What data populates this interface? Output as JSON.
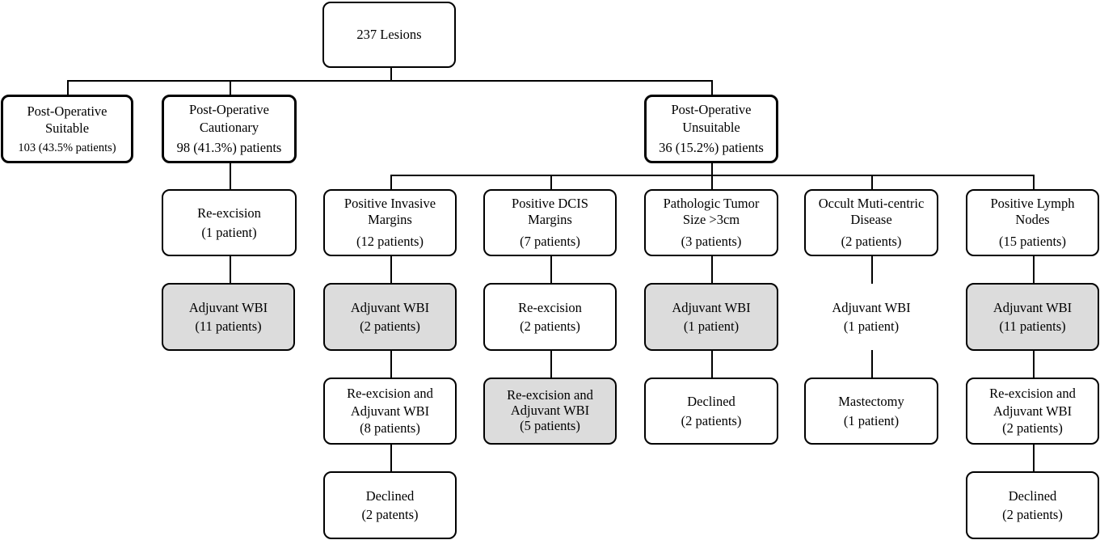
{
  "root": {
    "line1": "237 Lesions"
  },
  "suitable": {
    "line1": "Post-Operative",
    "line2": "Suitable",
    "line3": "103 (43.5% patients)"
  },
  "cautionary": {
    "line1": "Post-Operative",
    "line2": "Cautionary",
    "line3": "98 (41.3%) patients"
  },
  "unsuitable": {
    "line1": "Post-Operative",
    "line2": "Unsuitable",
    "line3": "36 (15.2%) patients"
  },
  "caut_reexcision": {
    "line1": "Re-excision",
    "line2": "(1 patient)"
  },
  "caut_adjuvant": {
    "line1": "Adjuvant WBI",
    "line2": "(11 patients)"
  },
  "invasive": {
    "head": {
      "line1": "Positive Invasive",
      "line2": "Margins",
      "line3": "(12 patients)"
    },
    "adjuvant": {
      "line1": "Adjuvant WBI",
      "line2": "(2 patients)"
    },
    "reex_adj": {
      "line1": "Re-excision and",
      "line2": "Adjuvant WBI",
      "line3": "(8 patients)"
    },
    "declined": {
      "line1": "Declined",
      "line2": "(2 patents)"
    }
  },
  "dcis": {
    "head": {
      "line1": "Positive DCIS",
      "line2": "Margins",
      "line3": "(7 patients)"
    },
    "reexcision": {
      "line1": "Re-excision",
      "line2": "(2 patients)"
    },
    "reex_adj": {
      "line1": "Re-excision and",
      "line2": "Adjuvant WBI",
      "line3": "(5 patients)"
    }
  },
  "tumor": {
    "head": {
      "line1": "Pathologic Tumor",
      "line2": "Size >3cm",
      "line3": "(3 patients)"
    },
    "adjuvant": {
      "line1": "Adjuvant WBI",
      "line2": "(1 patient)"
    },
    "declined": {
      "line1": "Declined",
      "line2": "(2 patients)"
    }
  },
  "occult": {
    "head": {
      "line1": "Occult Muti-centric",
      "line2": "Disease",
      "line3": "(2 patients)"
    },
    "adjuvant": {
      "line1": "Adjuvant WBI",
      "line2": "(1 patient)"
    },
    "mastectomy": {
      "line1": "Mastectomy",
      "line2": "(1 patient)"
    }
  },
  "lymph": {
    "head": {
      "line1": "Positive Lymph",
      "line2": "Nodes",
      "line3": "(15 patients)"
    },
    "adjuvant": {
      "line1": "Adjuvant WBI",
      "line2": "(11 patients)"
    },
    "reex_adj": {
      "line1": "Re-excision and",
      "line2": "Adjuvant WBI",
      "line3": "(2 patients)"
    },
    "declined": {
      "line1": "Declined",
      "line2": "(2 patients)"
    }
  }
}
